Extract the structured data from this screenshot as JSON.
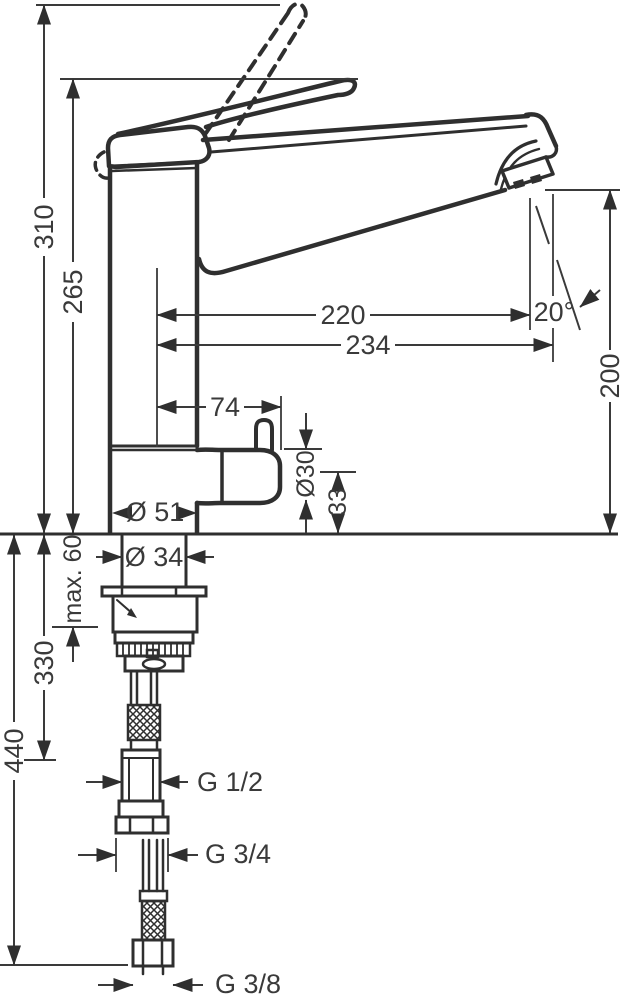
{
  "meta": {
    "background_color": "#ffffff",
    "line_color": "#2f2f2f",
    "text_color": "#3a3a3a",
    "drawing_type": "dimensional line drawing of single-lever kitchen mixer tap"
  },
  "labels": {
    "height_total": "310",
    "height_spout": "265",
    "reach_aerator": "220",
    "reach_total": "234",
    "spray_angle": "20°",
    "clearance_under_spout": "200",
    "reach_outlet": "74",
    "outlet_diameter": "Ø30",
    "outlet_height": "33",
    "base_diameter": "Ø 51",
    "shank_diameter": "Ø 34",
    "max_deck_thickness": "max. 60",
    "depth_connection": "330",
    "depth_total": "440",
    "thread_shank": "G 1/2",
    "thread_mid": "G 3/4",
    "thread_bottom": "G 3/8"
  }
}
